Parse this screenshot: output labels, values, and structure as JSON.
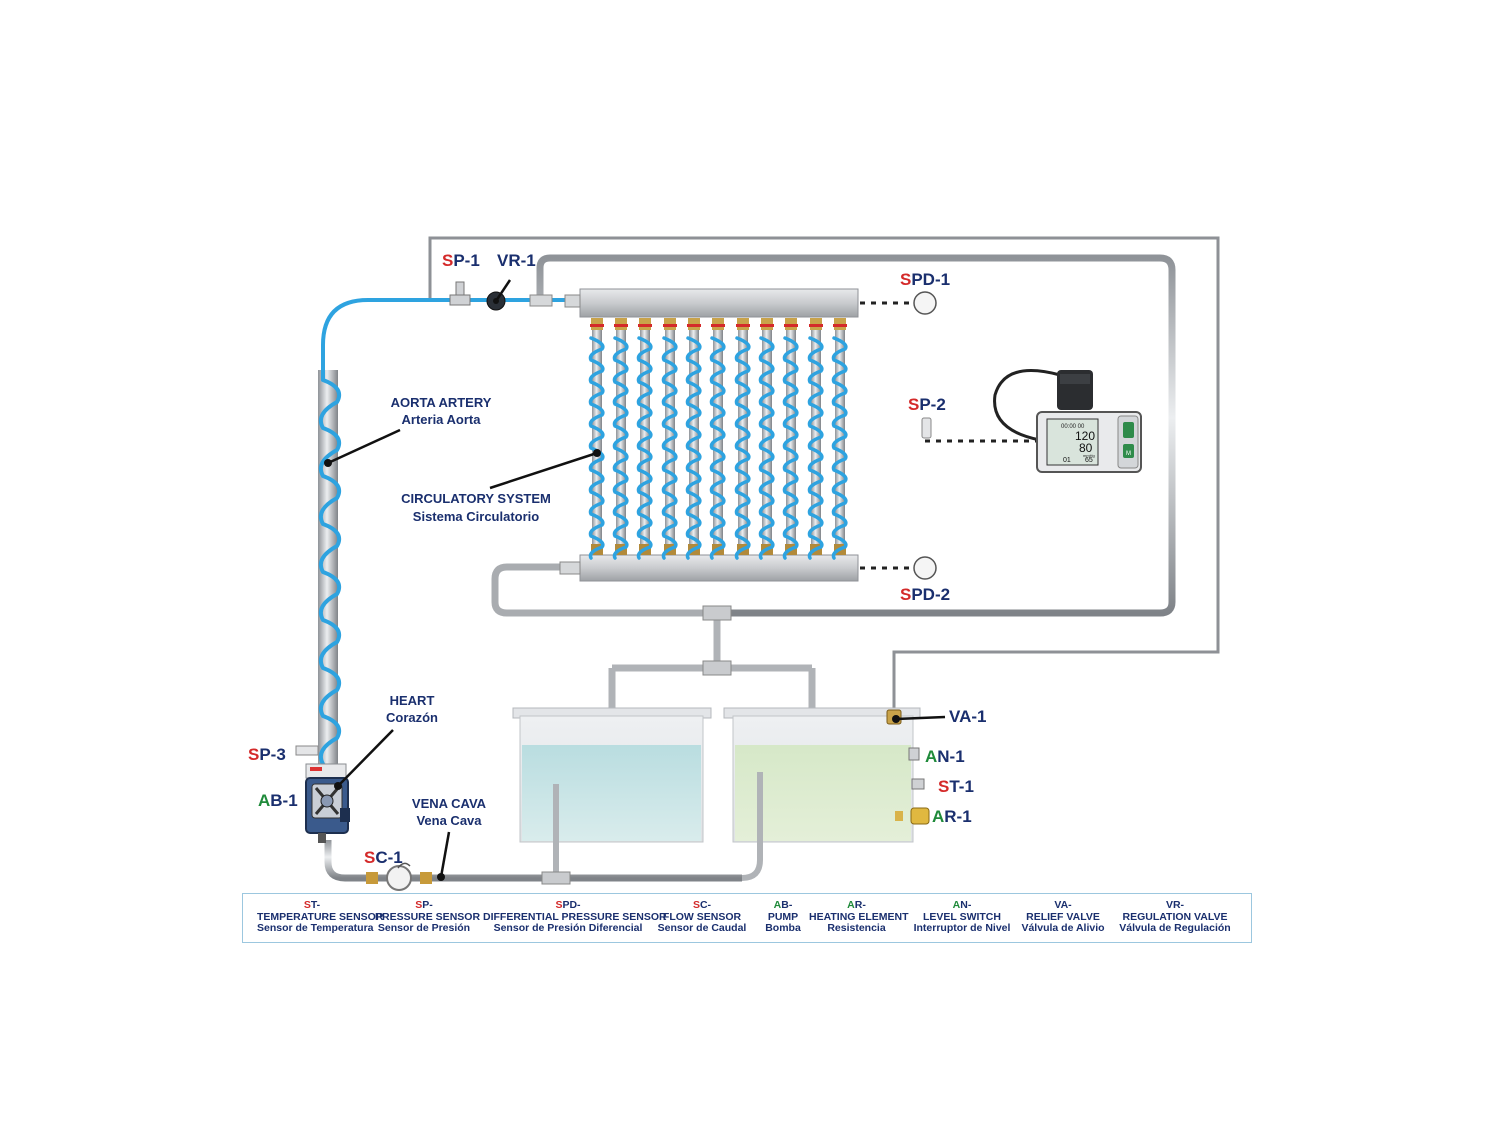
{
  "colors": {
    "navy": "#1a2f6e",
    "red": "#d42a2a",
    "green": "#1f8a3a",
    "blue_tube": "#2ea3e0",
    "pipe": "#b9bcc0"
  },
  "labels": {
    "sp1": {
      "p": "S",
      "s": "P-1"
    },
    "vr1": {
      "p": "",
      "s": "VR-1"
    },
    "spd1": {
      "p": "S",
      "s": "PD-1"
    },
    "sp2": {
      "p": "S",
      "s": "P-2"
    },
    "spd2": {
      "p": "S",
      "s": "PD-2"
    },
    "sp3": {
      "p": "S",
      "s": "P-3"
    },
    "ab1": {
      "p": "A",
      "s": "B-1"
    },
    "sc1": {
      "p": "S",
      "s": "C-1"
    },
    "va1": {
      "p": "",
      "s": "VA-1"
    },
    "an1": {
      "p": "A",
      "s": "N-1"
    },
    "st1": {
      "p": "S",
      "s": "T-1"
    },
    "ar1": {
      "p": "A",
      "s": "R-1"
    }
  },
  "callouts": {
    "aorta": {
      "en": "AORTA ARTERY",
      "es": "Arteria Aorta"
    },
    "circulatory": {
      "en": "CIRCULATORY SYSTEM",
      "es": "Sistema Circulatorio"
    },
    "heart": {
      "en": "HEART",
      "es": "Corazón"
    },
    "vena": {
      "en": "VENA CAVA",
      "es": "Vena Cava"
    }
  },
  "monitor": {
    "time": "00:00 00",
    "systolic": "120",
    "diastolic": "80",
    "unit": "mmHg",
    "mem": "01",
    "pulse": "65",
    "btn_m": "M"
  },
  "legend": [
    {
      "p": "S",
      "s": "T-",
      "en": "TEMPERATURE SENSOR",
      "es": "Sensor de Temperatura",
      "pc": "red"
    },
    {
      "p": "S",
      "s": "P-",
      "en": "PRESSURE SENSOR",
      "es": "Sensor de Presión",
      "pc": "red"
    },
    {
      "p": "S",
      "s": "PD-",
      "en": "DIFFERENTIAL PRESSURE SENSOR",
      "es": "Sensor de Presión  Diferencial",
      "pc": "red"
    },
    {
      "p": "S",
      "s": "C-",
      "en": "FLOW SENSOR",
      "es": "Sensor de Caudal",
      "pc": "red"
    },
    {
      "p": "A",
      "s": "B-",
      "en": "PUMP",
      "es": "Bomba",
      "pc": "green"
    },
    {
      "p": "A",
      "s": "R-",
      "en": "HEATING ELEMENT",
      "es": "Resistencia",
      "pc": "green"
    },
    {
      "p": "A",
      "s": "N-",
      "en": "LEVEL SWITCH",
      "es": "Interruptor de Nivel",
      "pc": "green"
    },
    {
      "p": "",
      "s": "VA-",
      "en": "RELIEF VALVE",
      "es": "Válvula de Alivio",
      "pc": "red"
    },
    {
      "p": "",
      "s": "VR-",
      "en": "REGULATION VALVE",
      "es": "Válvula de Regulación",
      "pc": "red"
    }
  ]
}
